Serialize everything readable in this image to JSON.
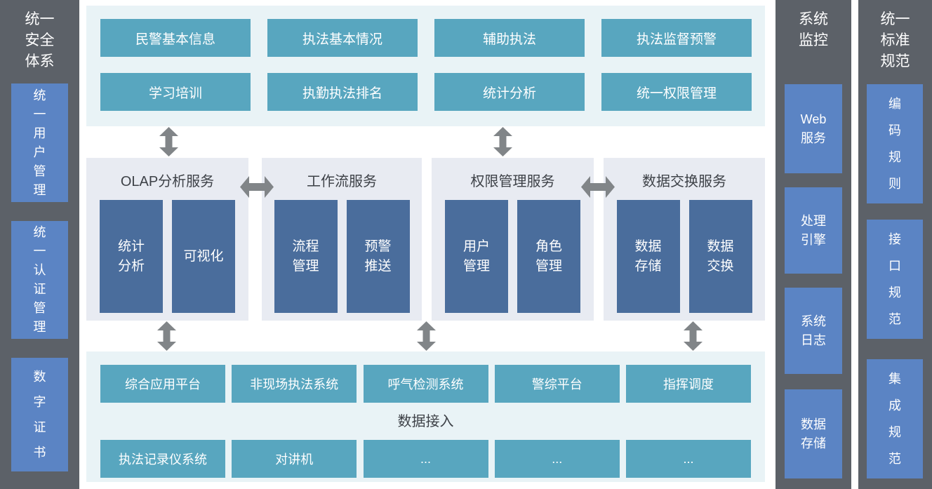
{
  "colors": {
    "sidebar_bg": "#5c6168",
    "sidebar_box_blue": "#5b84c4",
    "teal_box": "#58a6bf",
    "light_teal_panel": "#e9f3f6",
    "service_panel_bg": "#e8ebf2",
    "service_box_blue": "#4a6d9c",
    "arrow_gray": "#818588",
    "heading_text": "#3d4147",
    "box_text": "#ffffff"
  },
  "security_column": {
    "title": "统一\n安全\n体系",
    "items": [
      "统一用户管理",
      "统一认证管理",
      "数字证书"
    ]
  },
  "application_panel": {
    "row1": [
      "民警基本信息",
      "执法基本情况",
      "辅助执法",
      "执法监督预警"
    ],
    "row2": [
      "学习培训",
      "执勤执法排名",
      "统计分析",
      "统一权限管理"
    ]
  },
  "service_panels": [
    {
      "title": "OLAP分析服务",
      "boxes": [
        "统计\n分析",
        "可视化"
      ]
    },
    {
      "title": "工作流服务",
      "boxes": [
        "流程\n管理",
        "预警\n推送"
      ]
    },
    {
      "title": "权限管理服务",
      "boxes": [
        "用户\n管理",
        "角色\n管理"
      ]
    },
    {
      "title": "数据交换服务",
      "boxes": [
        "数据\n存储",
        "数据\n交换"
      ]
    }
  ],
  "access_panel": {
    "label": "数据接入",
    "row1": [
      "综合应用平台",
      "非现场执法系统",
      "呼气检测系统",
      "警综平台",
      "指挥调度"
    ],
    "row2": [
      "执法记录仪系统",
      "对讲机",
      "...",
      "...",
      "..."
    ]
  },
  "monitor_column": {
    "title": "系统\n监控",
    "items": [
      "Web\n服务",
      "处理\n引擎",
      "系统\n日志",
      "数据\n存储"
    ]
  },
  "standard_column": {
    "title": "统一\n标准\n规范",
    "items": [
      "编码规则",
      "接口规范",
      "集成规范"
    ]
  }
}
